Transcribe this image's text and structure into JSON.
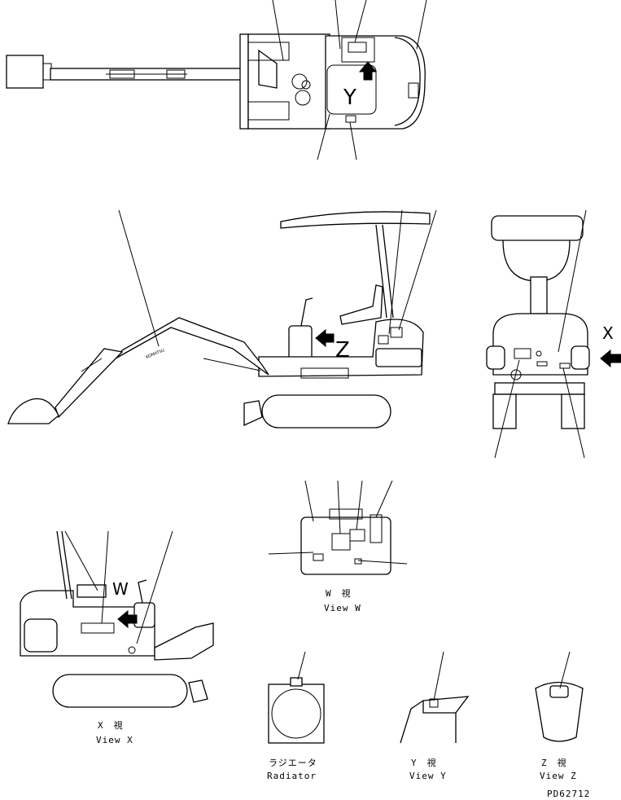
{
  "letters": {
    "y": "Y",
    "z": "Z",
    "x": "X",
    "w": "W"
  },
  "captions": {
    "view_w_jp": "W　視",
    "view_w_en": "View W",
    "view_x_jp": "X　視",
    "view_x_en": "View X",
    "radiator_jp": "ラジエータ",
    "radiator_en": "Radiator",
    "view_y_jp": "Y　視",
    "view_y_en": "View Y",
    "view_z_jp": "Z　視",
    "view_z_en": "View Z"
  },
  "brand_text": "KOMATSU",
  "drawing_number": "PD62712",
  "icons": [
    "arrow-icon",
    "excavator-top-view",
    "excavator-side-view",
    "excavator-rear-view"
  ]
}
